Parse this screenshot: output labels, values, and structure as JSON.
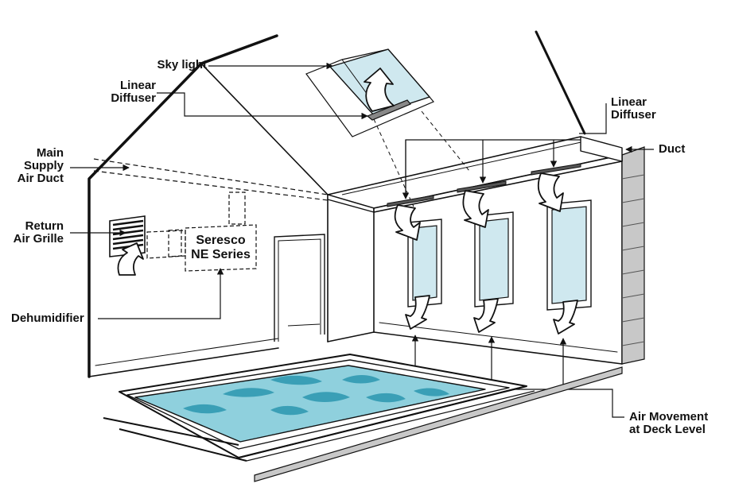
{
  "labels": {
    "skylight": "Sky light",
    "linear_diffuser_left": [
      "Linear",
      "Diffuser"
    ],
    "linear_diffuser_right": [
      "Linear",
      "Diffuser"
    ],
    "duct": "Duct",
    "main_supply": [
      "Main",
      "Supply",
      "Air Duct"
    ],
    "return_grille": [
      "Return",
      "Air Grille"
    ],
    "seresco": [
      "Seresco",
      "NE Series"
    ],
    "dehumidifier": "Dehumidifier",
    "air_movement": [
      "Air Movement",
      "at Deck Level"
    ]
  },
  "colors": {
    "line": "#111111",
    "water": "#8fd0dd",
    "water_dark": "#3a9fb6",
    "glass": "#cfe8ef",
    "wall_side": "#c8c8c8",
    "arrow_fill": "#ffffff"
  }
}
